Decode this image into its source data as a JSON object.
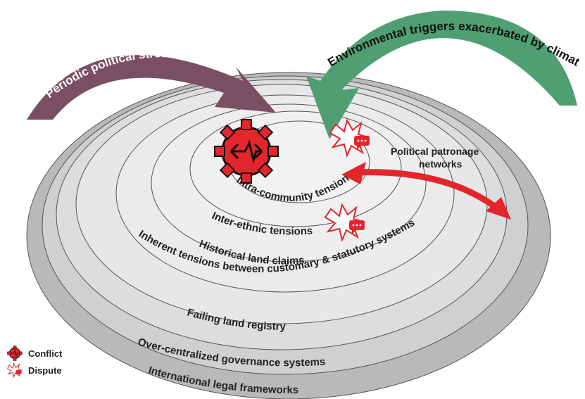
{
  "title_partial": "...ption: Key Tensions and Conflict Drivers in ...",
  "rings": [
    "International legal frameworks",
    "Over-centralized governance systems",
    "Failing land registry",
    "Inherent tensions between customary & statutory systems",
    "Historical land claims",
    "Inter-ethnic tensions",
    "Intra-community tensions"
  ],
  "arrows": {
    "political": "Periodic political stresses",
    "environmental": "Environmental triggers exacerbated by climate change/pop. growth",
    "patronage": "Political patronage networks"
  },
  "legend": {
    "conflict": "Conflict",
    "dispute": "Dispute"
  },
  "colors": {
    "political_arrow": "#7a4f62",
    "environmental_arrow": "#4f9f72",
    "patronage_arrow": "#e3262b",
    "conflict_icon": "#e3262b",
    "ring_outer": "#b8b9bb",
    "ring_inner": "#e6e7e8"
  }
}
